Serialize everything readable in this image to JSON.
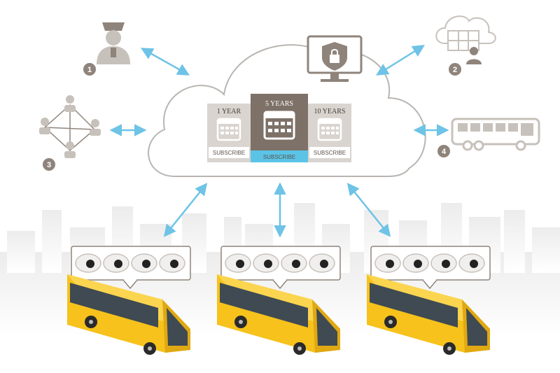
{
  "plans": [
    {
      "label": "1 YEAR",
      "button": "SUBSCRIBE"
    },
    {
      "label": "5 YEARS",
      "button": "SUBSCRIBE"
    },
    {
      "label": "10 YEARS",
      "button": "SUBSCRIBE"
    }
  ],
  "nodes": [
    {
      "number": "1",
      "icon": "police-officer-icon"
    },
    {
      "number": "2",
      "icon": "cloud-operator-icon"
    },
    {
      "number": "3",
      "icon": "network-people-icon"
    },
    {
      "number": "4",
      "icon": "bus-icon"
    }
  ],
  "colors": {
    "cloud_stroke": "#b9b5b1",
    "plan_box": "#d9d4cf",
    "plan_box_active": "#7d7168",
    "subscribe_active": "#5bc4e6",
    "arrow": "#6ec3e6",
    "bus_yellow": "#f6c21b",
    "icon_gray": "#c7c1bb",
    "badge": "#8f847b"
  }
}
